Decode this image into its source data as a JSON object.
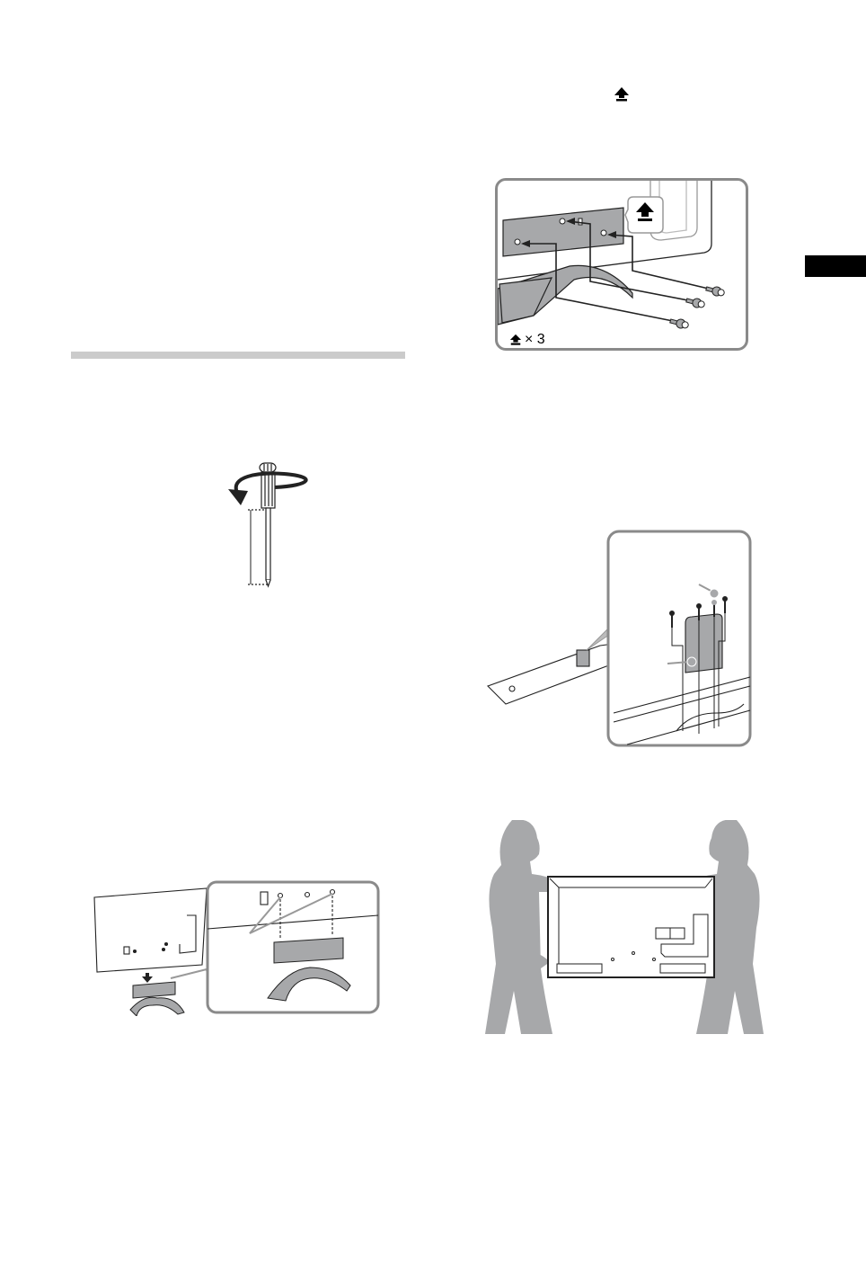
{
  "page": {
    "background": "#ffffff",
    "section_rule_color": "#cbcbcb",
    "side_tab_color": "#000000",
    "figure_line_color": "#222222",
    "figure_fill_gray": "#a7a8aa",
    "panel_border_color": "#8a8a8a"
  },
  "inline_icon": {
    "name": "screw-symbol-arrow"
  },
  "figures": {
    "screwdriver": {
      "caption": "",
      "icon": "screwdriver-rotation"
    },
    "stand_screws_panel": {
      "count_icon": "screw-symbol-arrow",
      "count_text": "× 3",
      "callout_icon": "screw-symbol-arrow",
      "screw_count": 3
    },
    "bracket_detail": {
      "screw_count": 4
    },
    "tv_back_stand": {
      "description": "TV back lowered onto stand neck"
    },
    "two_person_carry": {
      "description": "Two people carrying TV"
    }
  }
}
